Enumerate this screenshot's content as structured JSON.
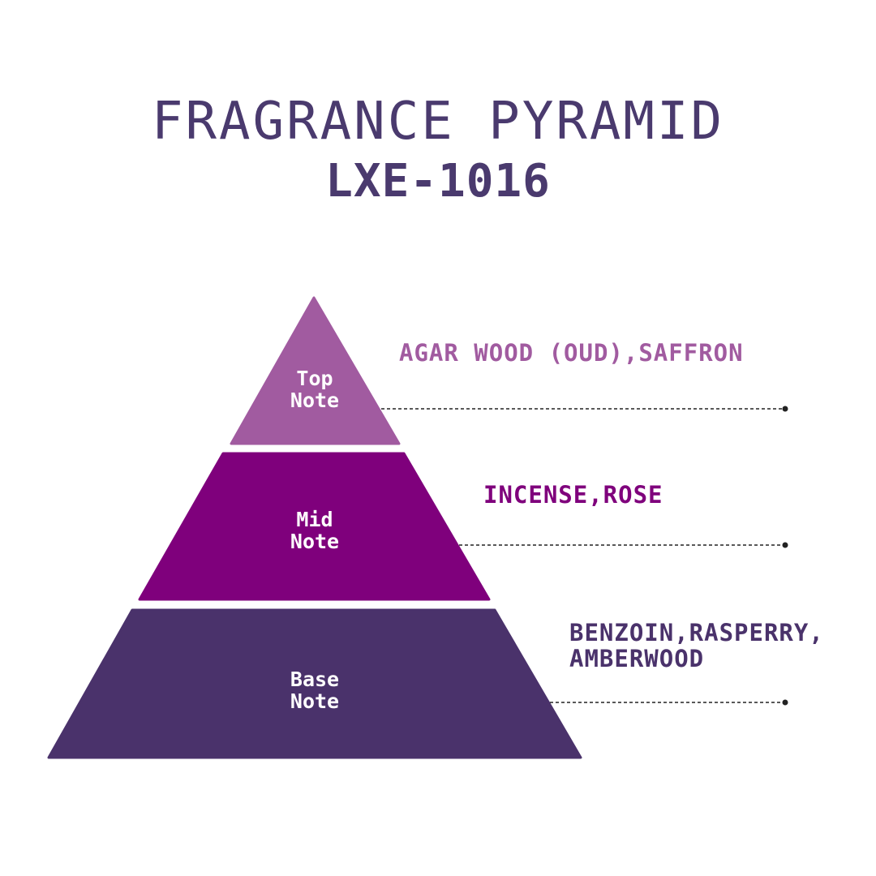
{
  "title": "FRAGRANCE PYRAMID",
  "subtitle": "LXE-1016",
  "colors": {
    "title": "#4a3a6e",
    "top": "#a15ba0",
    "mid": "#7f007c",
    "base": "#4a326b",
    "leader": "#222222"
  },
  "layers": [
    {
      "key": "top",
      "label_line1": "Top",
      "label_line2": "Note",
      "notes_line1": "AGAR WOOD (OUD),SAFFRON",
      "notes_line2": ""
    },
    {
      "key": "mid",
      "label_line1": "Mid",
      "label_line2": "Note",
      "notes_line1": "INCENSE,ROSE",
      "notes_line2": ""
    },
    {
      "key": "base",
      "label_line1": "Base",
      "label_line2": "Note",
      "notes_line1": "BENZOIN,RASPERRY,",
      "notes_line2": "AMBERWOOD"
    }
  ]
}
